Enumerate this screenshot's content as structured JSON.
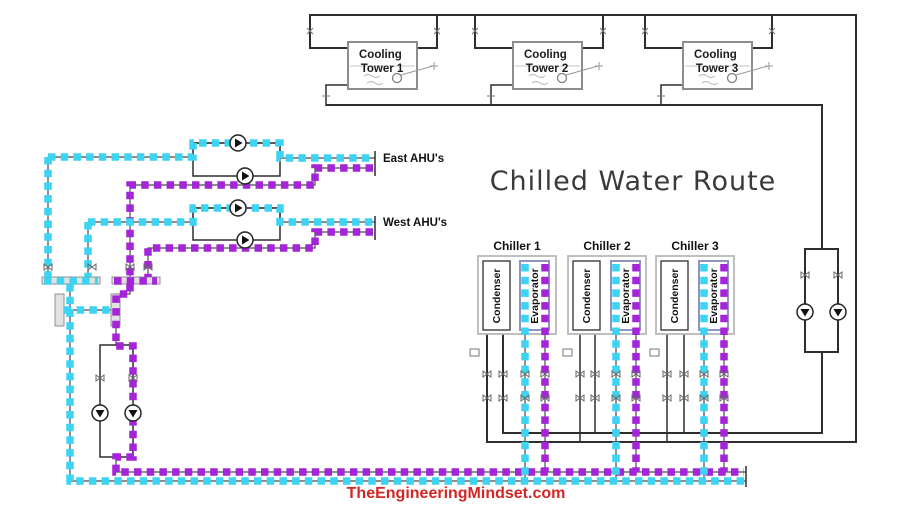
{
  "title": "Chilled Water Route",
  "footer": "TheEngineeringMindset.com",
  "cooling_towers": [
    {
      "line1": "Cooling",
      "line2": "Tower 1"
    },
    {
      "line1": "Cooling",
      "line2": "Tower 2"
    },
    {
      "line1": "Cooling",
      "line2": "Tower 3"
    }
  ],
  "chillers": [
    {
      "label": "Chiller 1",
      "condenser": "Condenser",
      "evaporator": "Evaporator"
    },
    {
      "label": "Chiller 2",
      "condenser": "Condenser",
      "evaporator": "Evaporator"
    },
    {
      "label": "Chiller 3",
      "condenser": "Condenser",
      "evaporator": "Evaporator"
    }
  ],
  "ahus": [
    {
      "label": "East AHU's"
    },
    {
      "label": "West AHU's"
    }
  ],
  "icons": {
    "pump": "triangle-in-circle",
    "valve": "bowtie",
    "float_switch": "circle-with-arm"
  },
  "colors": {
    "chilled_supply": "#3cd4f2",
    "chilled_return": "#a424d8",
    "pipe": "#2e2e2e",
    "underlay": "#4a4a4a",
    "title_text": "#3a3a3a",
    "footer_text": "#d32626"
  }
}
